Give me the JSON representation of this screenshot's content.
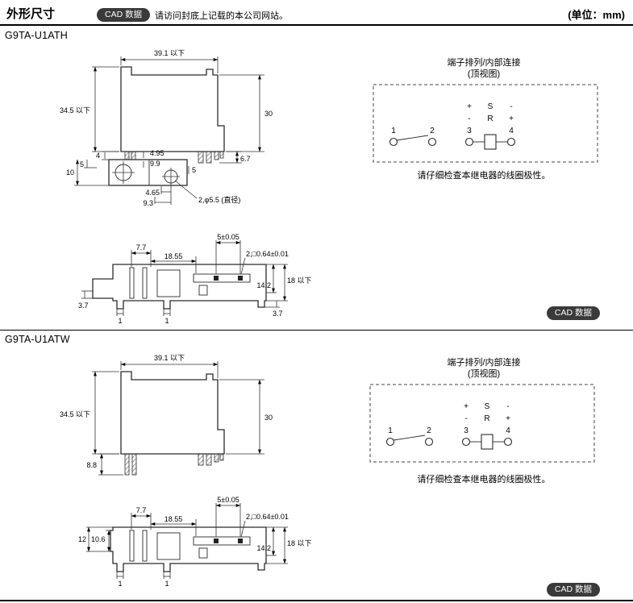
{
  "header": {
    "title": "外形尺寸",
    "cad_badge": "CAD 数据",
    "visit_note": "请访问封底上记载的本公司网站。",
    "unit": "(单位：mm)"
  },
  "sections": [
    {
      "model": "G9TA-U1ATH",
      "side_dims": {
        "width": "39.1 以下",
        "height": "34.5 以下",
        "right_h": "30",
        "d4": "4",
        "d5a": "5",
        "d10": "10",
        "d495": "4.95",
        "d99": "9.9",
        "d5b": "5",
        "d465": "4.65",
        "d93": "9.3",
        "hole": "2,φ5.5 (直径)",
        "d67": "6.7"
      },
      "bottom_dims": {
        "d77": "7.7",
        "d1855": "18.55",
        "d5tol": "5±0.05",
        "dsq": "2,□0.64±0.01",
        "d142": "14.2",
        "d18": "18 以下",
        "d37r": "3.7",
        "d37l": "3.7",
        "d1a": "1",
        "d1b": "1"
      },
      "terminal": {
        "title": "端子排列/内部连接",
        "subtitle": "(顶视图)",
        "pin1": "1",
        "pin2": "2",
        "pin3": "3",
        "pin4": "4",
        "sign_r1c1": "+",
        "sign_r1c2": "S",
        "sign_r1c3": "-",
        "sign_r2c1": "-",
        "sign_r2c2": "R",
        "sign_r2c3": "+",
        "caution": "请仔细检查本继电器的线圈极性。"
      },
      "cad_badge": "CAD 数据"
    },
    {
      "model": "G9TA-U1ATW",
      "side_dims": {
        "width": "39.1 以下",
        "height": "34.5 以下",
        "right_h": "30",
        "d88": "8.8"
      },
      "bottom_dims": {
        "d77": "7.7",
        "d1855": "18.55",
        "d5tol": "5±0.05",
        "dsq": "2,□0.64±0.01",
        "d142": "14.2",
        "d18": "18 以下",
        "d12": "12",
        "d106": "10.6",
        "d1a": "1",
        "d1b": "1"
      },
      "terminal": {
        "title": "端子排列/内部连接",
        "subtitle": "(顶视图)",
        "pin1": "1",
        "pin2": "2",
        "pin3": "3",
        "pin4": "4",
        "sign_r1c1": "+",
        "sign_r1c2": "S",
        "sign_r1c3": "-",
        "sign_r2c1": "-",
        "sign_r2c2": "R",
        "sign_r2c3": "+",
        "caution": "请仔细检查本继电器的线圈极性。"
      },
      "cad_badge": "CAD 数据"
    }
  ]
}
